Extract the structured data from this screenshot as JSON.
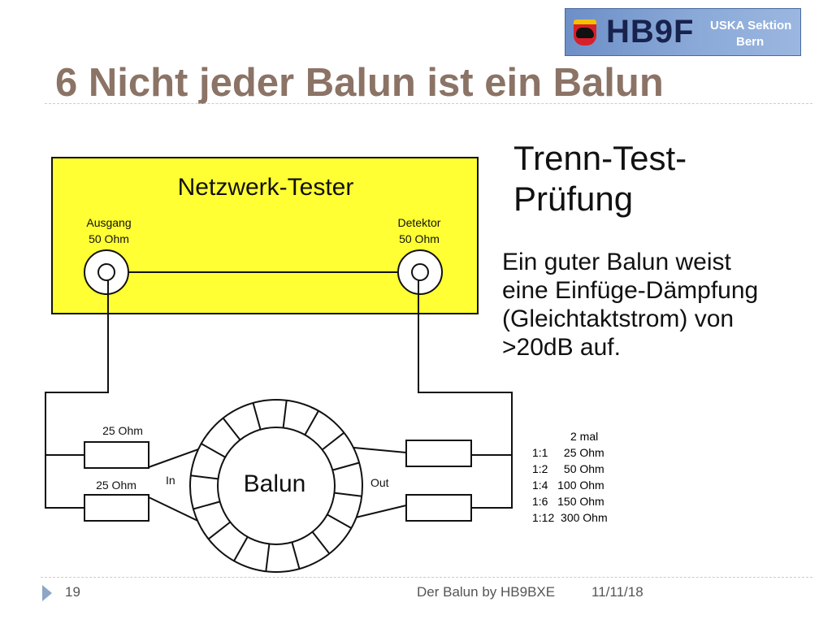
{
  "logo": {
    "callsign": "HB9F",
    "section_line1": "USKA Sektion",
    "section_line2": "Bern"
  },
  "title": "6 Nicht jeder Balun ist ein Balun",
  "subtitle": {
    "line1": "Trenn-Test-",
    "line2": "Prüfung"
  },
  "description": [
    "Ein guter Balun weist",
    "eine Einfüge-Dämpfung",
    "(Gleichtaktstrom) von",
    ">20dB auf."
  ],
  "diagram": {
    "tester_label": "Netzwerk-Tester",
    "port_out_label": "Ausgang",
    "port_out_imp": "50 Ohm",
    "port_det_label": "Detektor",
    "port_det_imp": "50 Ohm",
    "resistor_top": "25 Ohm",
    "resistor_bottom": "25 Ohm",
    "balun_label": "Balun",
    "in_label": "In",
    "out_label": "Out"
  },
  "ratios": {
    "header": "2 mal",
    "rows": [
      "1:1     25 Ohm",
      "1:2     50 Ohm",
      "1:4   100 Ohm",
      "1:6   150 Ohm",
      "1:12  300 Ohm"
    ]
  },
  "footer": {
    "page": "19",
    "title": "Der Balun by HB9BXE",
    "date": "11/11/18"
  },
  "colors": {
    "tester_fill": "#ffff33",
    "title": "#8b7366",
    "logo_bg": "#7a9bd0"
  }
}
